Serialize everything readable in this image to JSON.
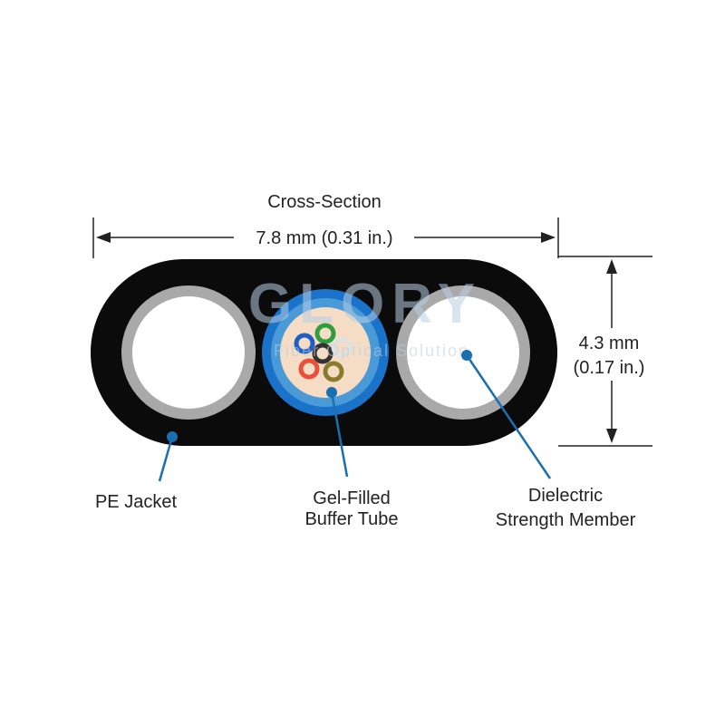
{
  "diagram": {
    "title": "Cross-Section",
    "width_dimension": "7.8 mm (0.31 in.)",
    "height_dimension_line1": "4.3 mm",
    "height_dimension_line2": "(0.17 in.)"
  },
  "watermark": {
    "brand": "GLORY",
    "tagline": "Fiber Optical Solution"
  },
  "callouts": {
    "jacket": "PE Jacket",
    "buffer_tube_line1": "Gel-Filled",
    "buffer_tube_line2": "Buffer Tube",
    "strength_line1": "Dielectric",
    "strength_line2": "Strength Member"
  },
  "colors": {
    "jacket": "#0b0b0b",
    "strength_ring": "#a9a9a9",
    "strength_core": "#ffffff",
    "tube_outer": "#1a73c8",
    "tube_inner": "#4a9ad8",
    "gel": "#f5dcc4",
    "leader": "#1a6fb0",
    "dimension": "#222222",
    "watermark": "#b9cfe3"
  },
  "fibers": [
    {
      "name": "green-fiber",
      "color": "#2e9e3e"
    },
    {
      "name": "blue-fiber",
      "color": "#1f5fc4"
    },
    {
      "name": "black-fiber",
      "color": "#333333"
    },
    {
      "name": "white-fiber",
      "color": "#e0e0e0"
    },
    {
      "name": "red-fiber",
      "color": "#e8503a"
    },
    {
      "name": "brown-fiber",
      "color": "#8b7a2a"
    }
  ]
}
